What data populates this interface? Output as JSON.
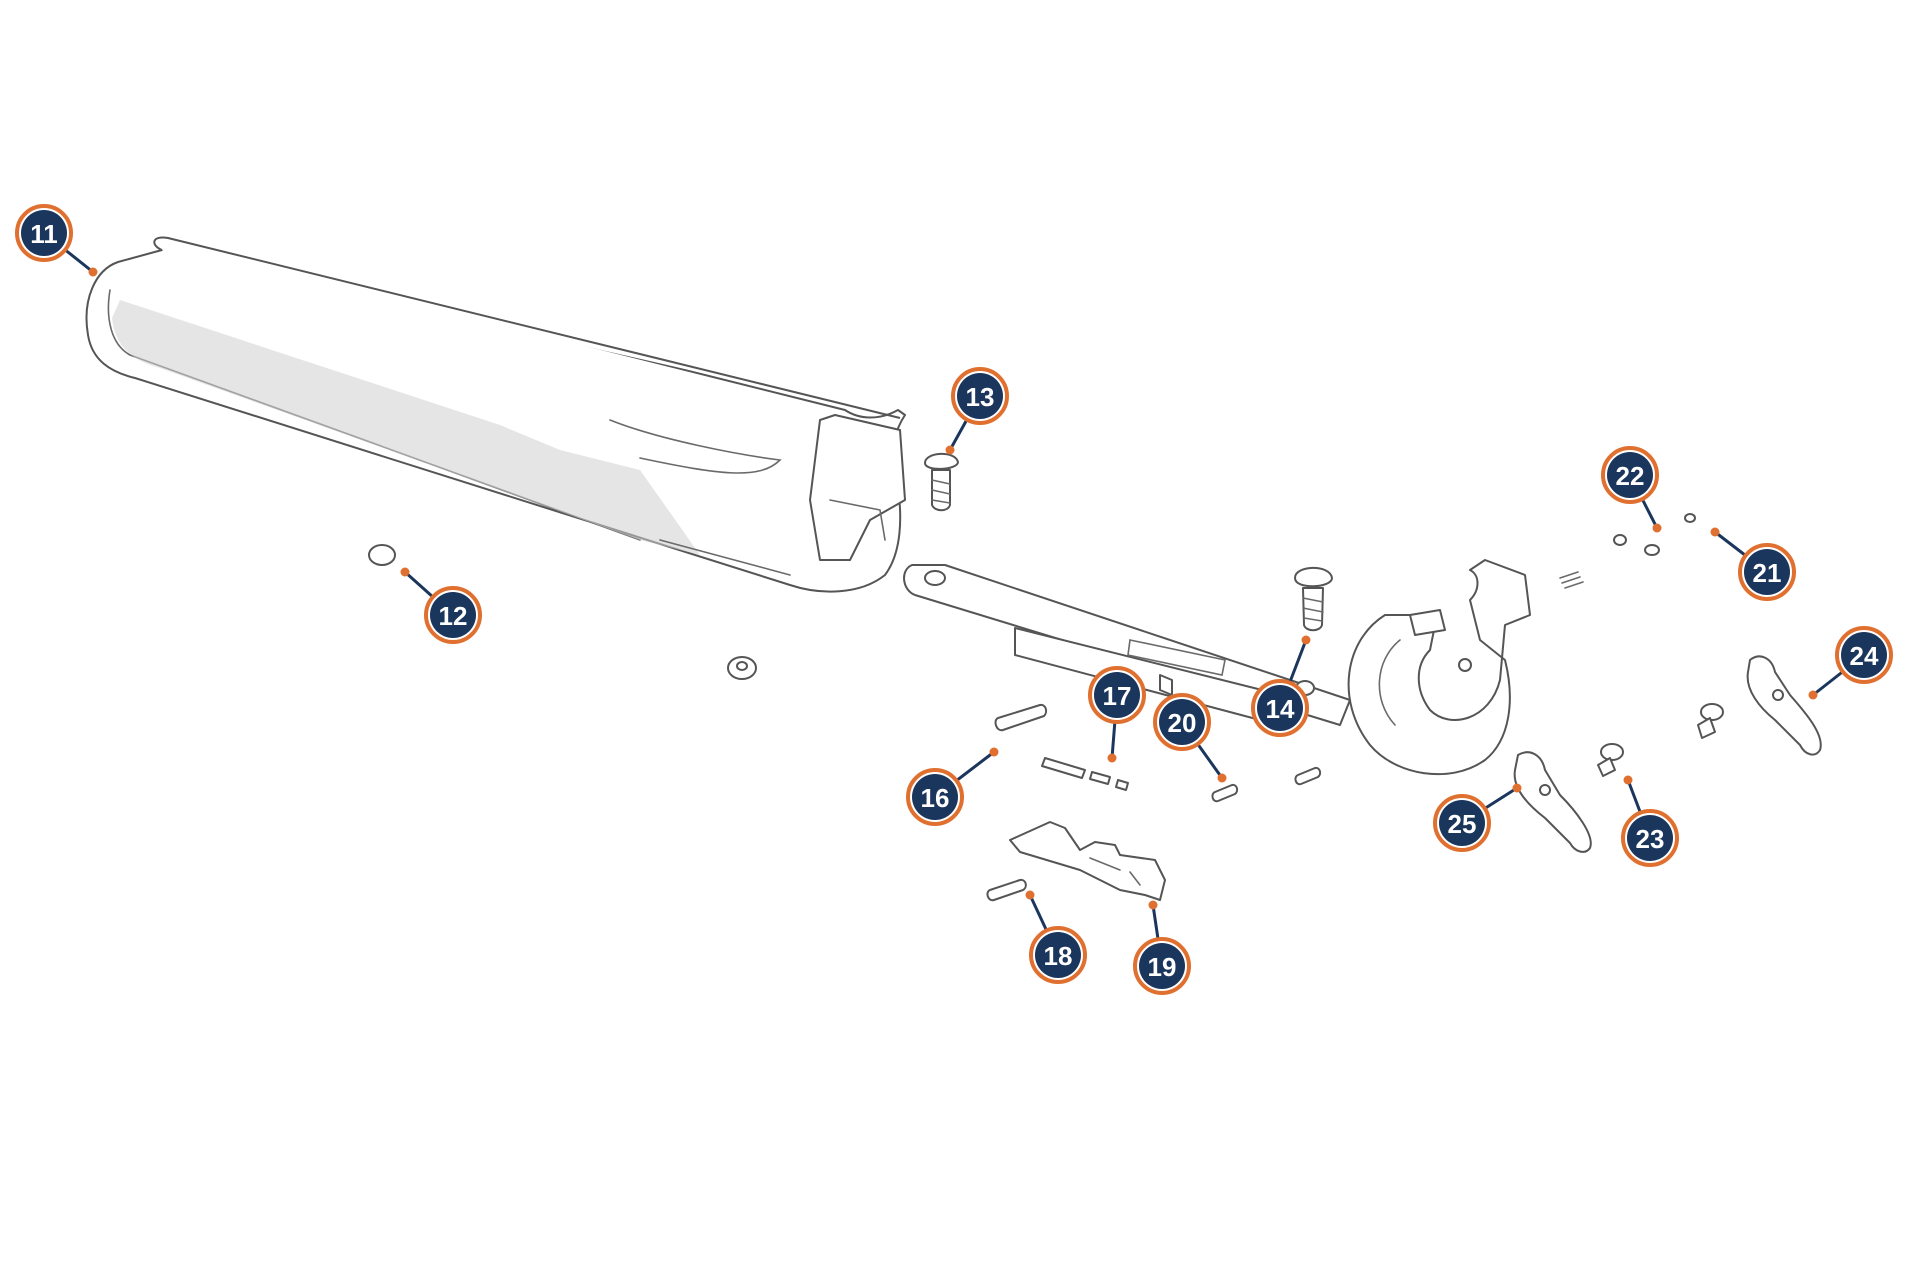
{
  "diagram": {
    "colors": {
      "callout_fill": "#1b365d",
      "callout_ring": "#e0702f",
      "leader_line": "#1b365d",
      "leader_dot": "#e0702f",
      "part_stroke": "#555555"
    },
    "callouts": [
      {
        "number": "11",
        "part": "forend"
      },
      {
        "number": "12",
        "part": "washer"
      },
      {
        "number": "13",
        "part": "forend-screw"
      },
      {
        "number": "14",
        "part": "iron-screw"
      },
      {
        "number": "16",
        "part": "pin"
      },
      {
        "number": "17",
        "part": "pin-set"
      },
      {
        "number": "18",
        "part": "pin"
      },
      {
        "number": "19",
        "part": "latch"
      },
      {
        "number": "20",
        "part": "pin"
      },
      {
        "number": "21",
        "part": "small-ring"
      },
      {
        "number": "22",
        "part": "spring-set"
      },
      {
        "number": "23",
        "part": "stud"
      },
      {
        "number": "24",
        "part": "lever-plate"
      },
      {
        "number": "25",
        "part": "lever-plate"
      }
    ]
  }
}
